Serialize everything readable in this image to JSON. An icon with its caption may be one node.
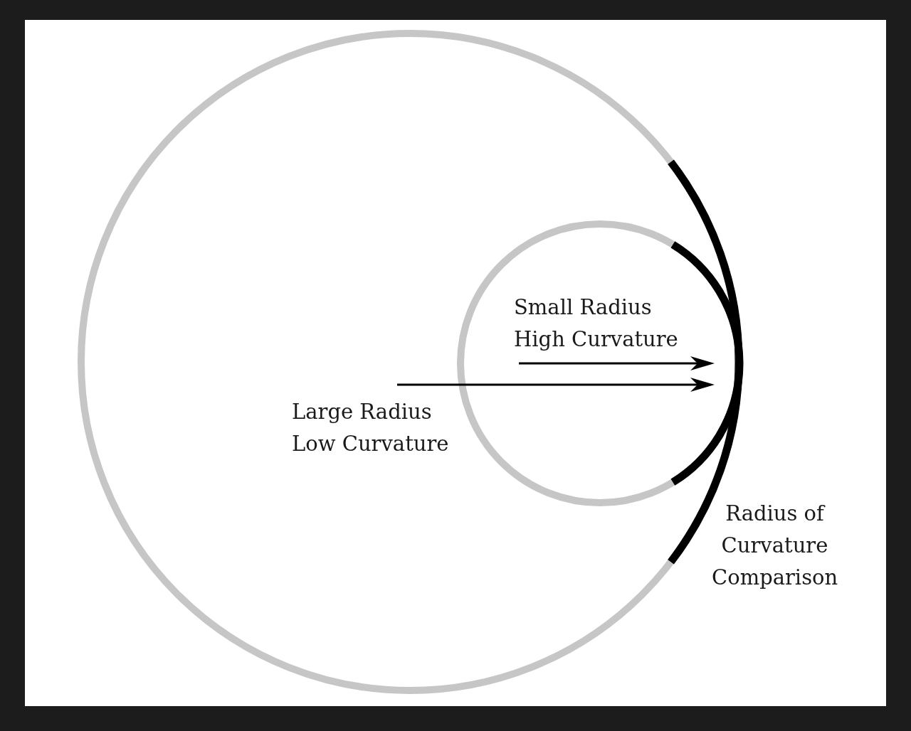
{
  "diagram": {
    "labels": [
      "Small Radius High Curvature",
      "Large Radius Low Curvature",
      "Radius of Curvature Comparison"
    ]
  }
}
